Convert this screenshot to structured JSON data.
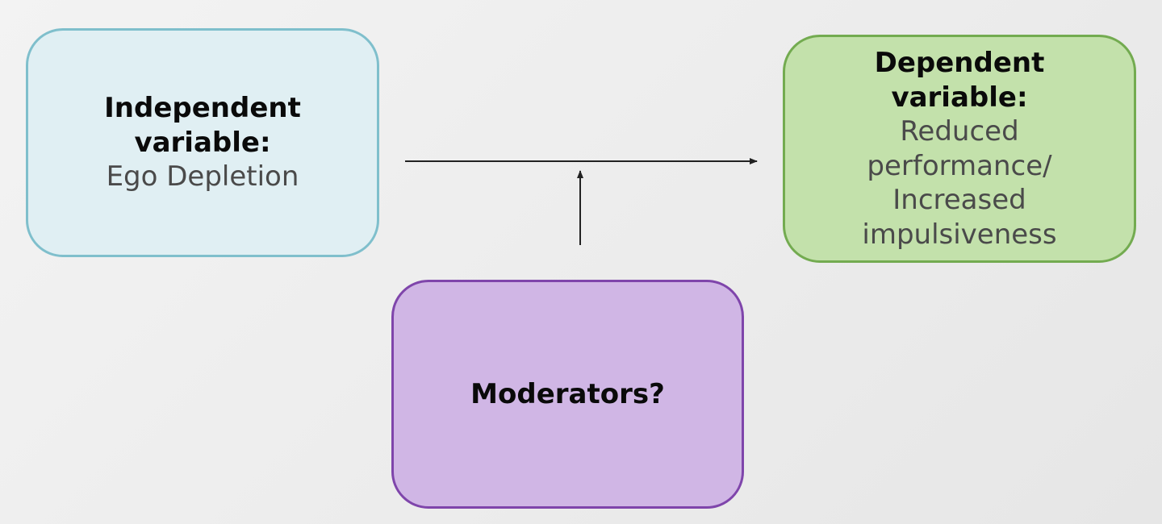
{
  "diagram": {
    "independent": {
      "heading_line1": "Independent",
      "heading_line2": "variable:",
      "value": "Ego Depletion",
      "color": "#7fbfcc"
    },
    "dependent": {
      "heading_line1": "Dependent",
      "heading_line2": "variable:",
      "value_lines": [
        "Reduced",
        "performance/",
        "Increased",
        "impulsiveness"
      ],
      "color": "#73ab50"
    },
    "moderator": {
      "label": "Moderators?",
      "color": "#7f45ab"
    },
    "edges": [
      {
        "from": "independent",
        "to": "dependent",
        "type": "causal-arrow"
      },
      {
        "from": "moderator",
        "to": "causal-arrow",
        "type": "moderation-arrow"
      }
    ]
  }
}
